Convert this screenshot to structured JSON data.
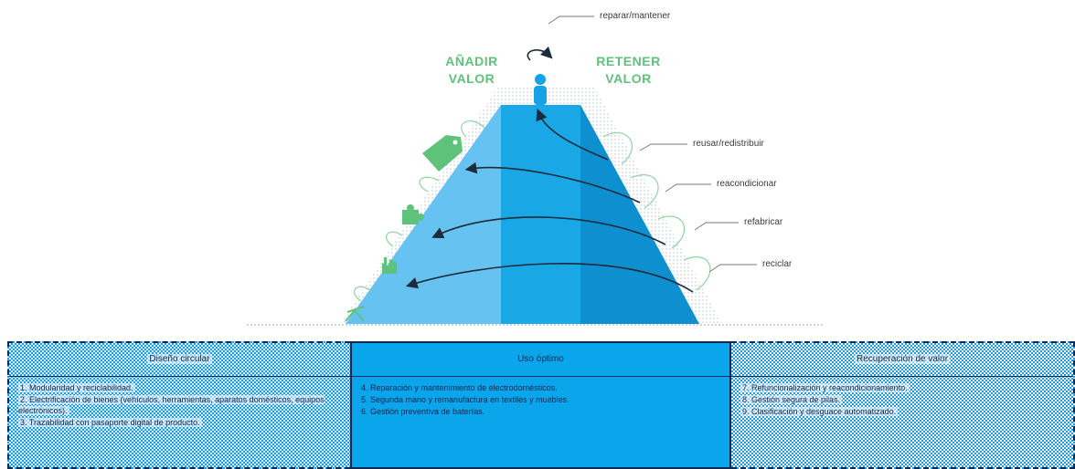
{
  "diagram": {
    "left_heading": [
      "AÑADIR",
      "VALOR"
    ],
    "right_heading": [
      "RETENER",
      "VALOR"
    ],
    "loop_labels": [
      "reparar/mantener",
      "reusar/redistribuir",
      "reacondicionar",
      "refabricar",
      "reciclar"
    ],
    "icons": [
      "person-icon",
      "price-tag-icon",
      "puzzle-piece-icon",
      "factory-icon",
      "oil-pump-icon"
    ],
    "colors": {
      "accent_green": "#5fc27a",
      "pyramid_light": "#5bbcf0",
      "pyramid_mid": "#1aa7e6",
      "pyramid_dark": "#0e8fd0"
    }
  },
  "table": {
    "columns": [
      {
        "header": "Diseño circular",
        "items": [
          "1.  Modularidad y reciclabilidad.",
          "2.  Electrificación de bienes (vehículos, herramientas, aparatos domésticos, equipos electrónicos).",
          "3.  Trazabilidad con pasaporte digital de producto."
        ]
      },
      {
        "header": "Uso óptimo",
        "items": [
          "4.  Reparación y mantenimiento de electrodomésticos.",
          "5.  Segunda mano y remanufactura en textiles y muebles.",
          "6.  Gestión preventiva de baterías."
        ]
      },
      {
        "header": "Recuperación de valor",
        "items": [
          "7.  Refuncionalización y reacondicionamiento.",
          "8.  Gestión segura de pilas.",
          "9.  Clasificación y desguace automatizado."
        ]
      }
    ]
  }
}
